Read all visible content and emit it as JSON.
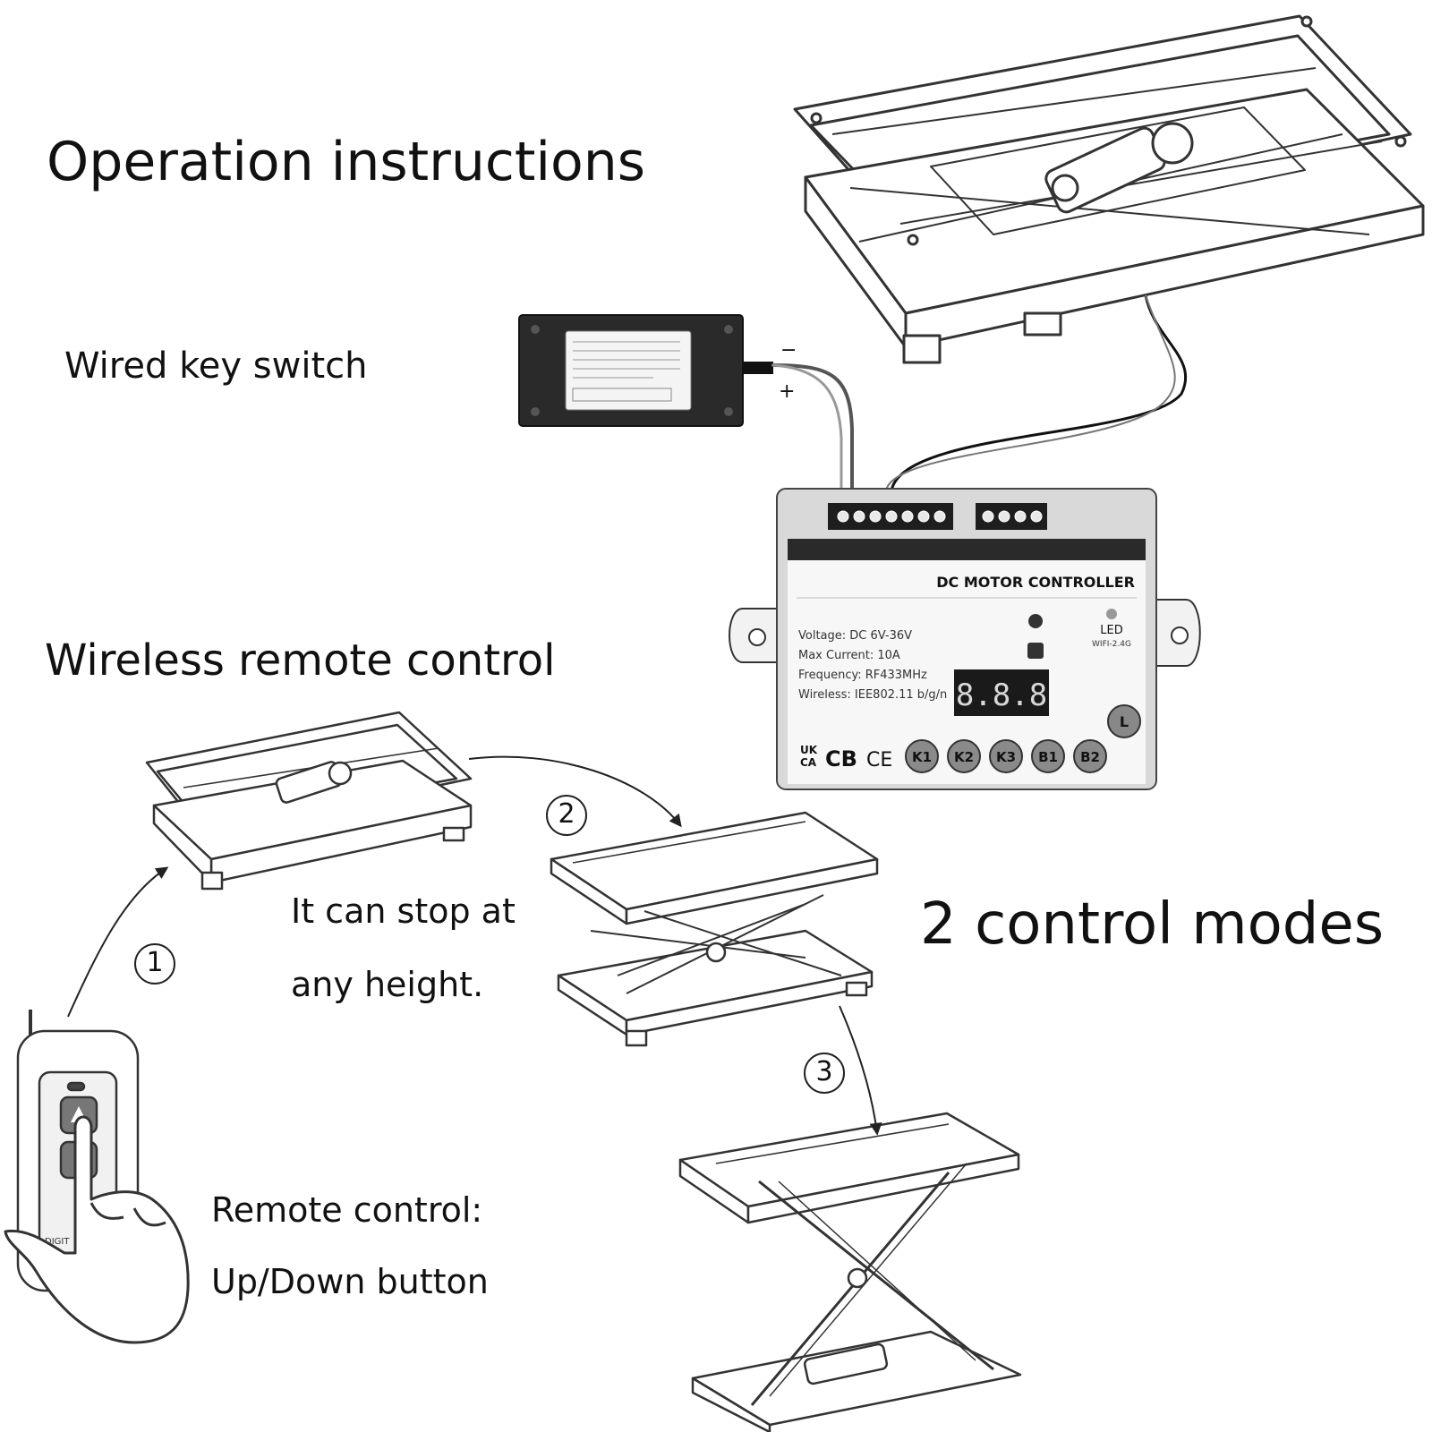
{
  "heading": "Operation instructions",
  "wired": {
    "label": "Wired key switch",
    "minus": "−",
    "plus": "+"
  },
  "wireless": {
    "label": "Wireless remote control"
  },
  "steps": [
    "①",
    "②",
    "③"
  ],
  "stop_note": {
    "line1": "It can stop at",
    "line2": "any height."
  },
  "modes": "2 control modes",
  "remote_note": {
    "line1": "Remote control:",
    "line2": "Up/Down button"
  },
  "controller": {
    "title": "DC MOTOR CONTROLLER",
    "voltage": "Voltage: DC 6V-36V",
    "current": "Max Current: 10A",
    "frequency": "Frequency: RF433MHz",
    "wireless": "Wireless: IEE802.11 b/g/n",
    "led_label": "LED",
    "wifi_label": "WIFI-2.4G",
    "display": "8.8.8",
    "l_button": "L",
    "buttons": [
      "K1",
      "K2",
      "K3",
      "B1",
      "B2"
    ],
    "marks": {
      "ukca_top": "UK",
      "ukca_bottom": "CA",
      "cb": "CB",
      "ce": "CE"
    }
  },
  "remote": {
    "brand": "DIGIT"
  },
  "colors": {
    "ink": "#111111",
    "line": "#333333",
    "panel_dark": "#2a2a2a",
    "panel_grey": "#d9d9d9"
  }
}
